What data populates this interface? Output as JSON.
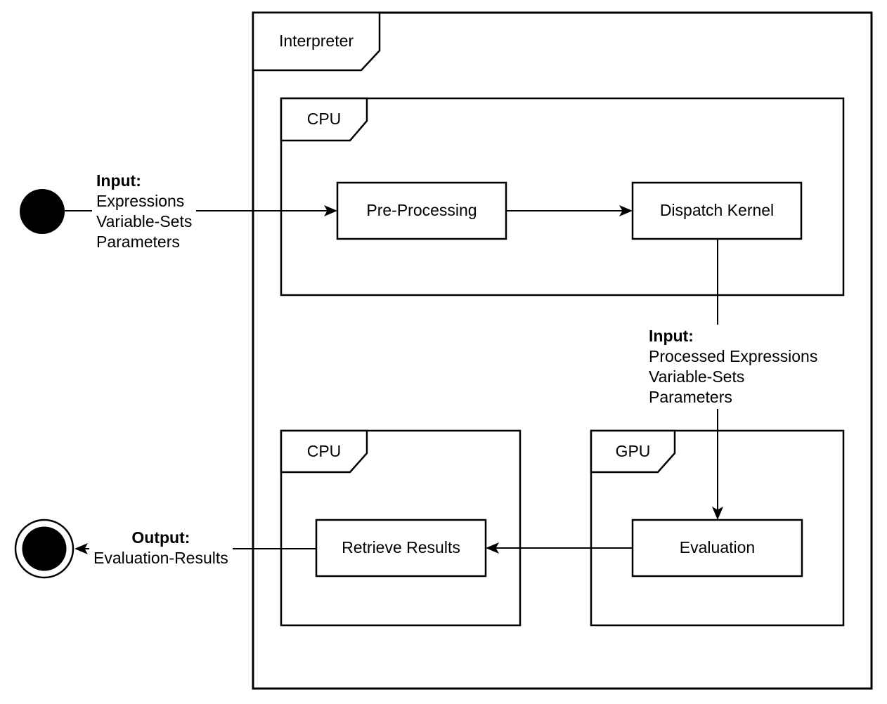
{
  "frames": {
    "interpreter": {
      "label": "Interpreter"
    },
    "cpu_top": {
      "label": "CPU"
    },
    "cpu_bottom": {
      "label": "CPU"
    },
    "gpu": {
      "label": "GPU"
    }
  },
  "actions": {
    "pre_processing": {
      "label": "Pre-Processing"
    },
    "dispatch_kernel": {
      "label": "Dispatch Kernel"
    },
    "evaluation": {
      "label": "Evaluation"
    },
    "retrieve_results": {
      "label": "Retrieve Results"
    }
  },
  "annotations": {
    "input_start": {
      "title": "Input:",
      "lines": [
        "Expressions",
        "Variable-Sets",
        "Parameters"
      ]
    },
    "input_gpu": {
      "title": "Input:",
      "lines": [
        "Processed Expressions",
        "Variable-Sets",
        "Parameters"
      ]
    },
    "output": {
      "title": "Output:",
      "lines": [
        "Evaluation-Results"
      ]
    }
  },
  "nodes": {
    "initial": {
      "icon": "initial-node-icon"
    },
    "final": {
      "icon": "activity-final-node-icon"
    }
  },
  "colors": {
    "stroke": "#000000",
    "background": "#ffffff"
  }
}
